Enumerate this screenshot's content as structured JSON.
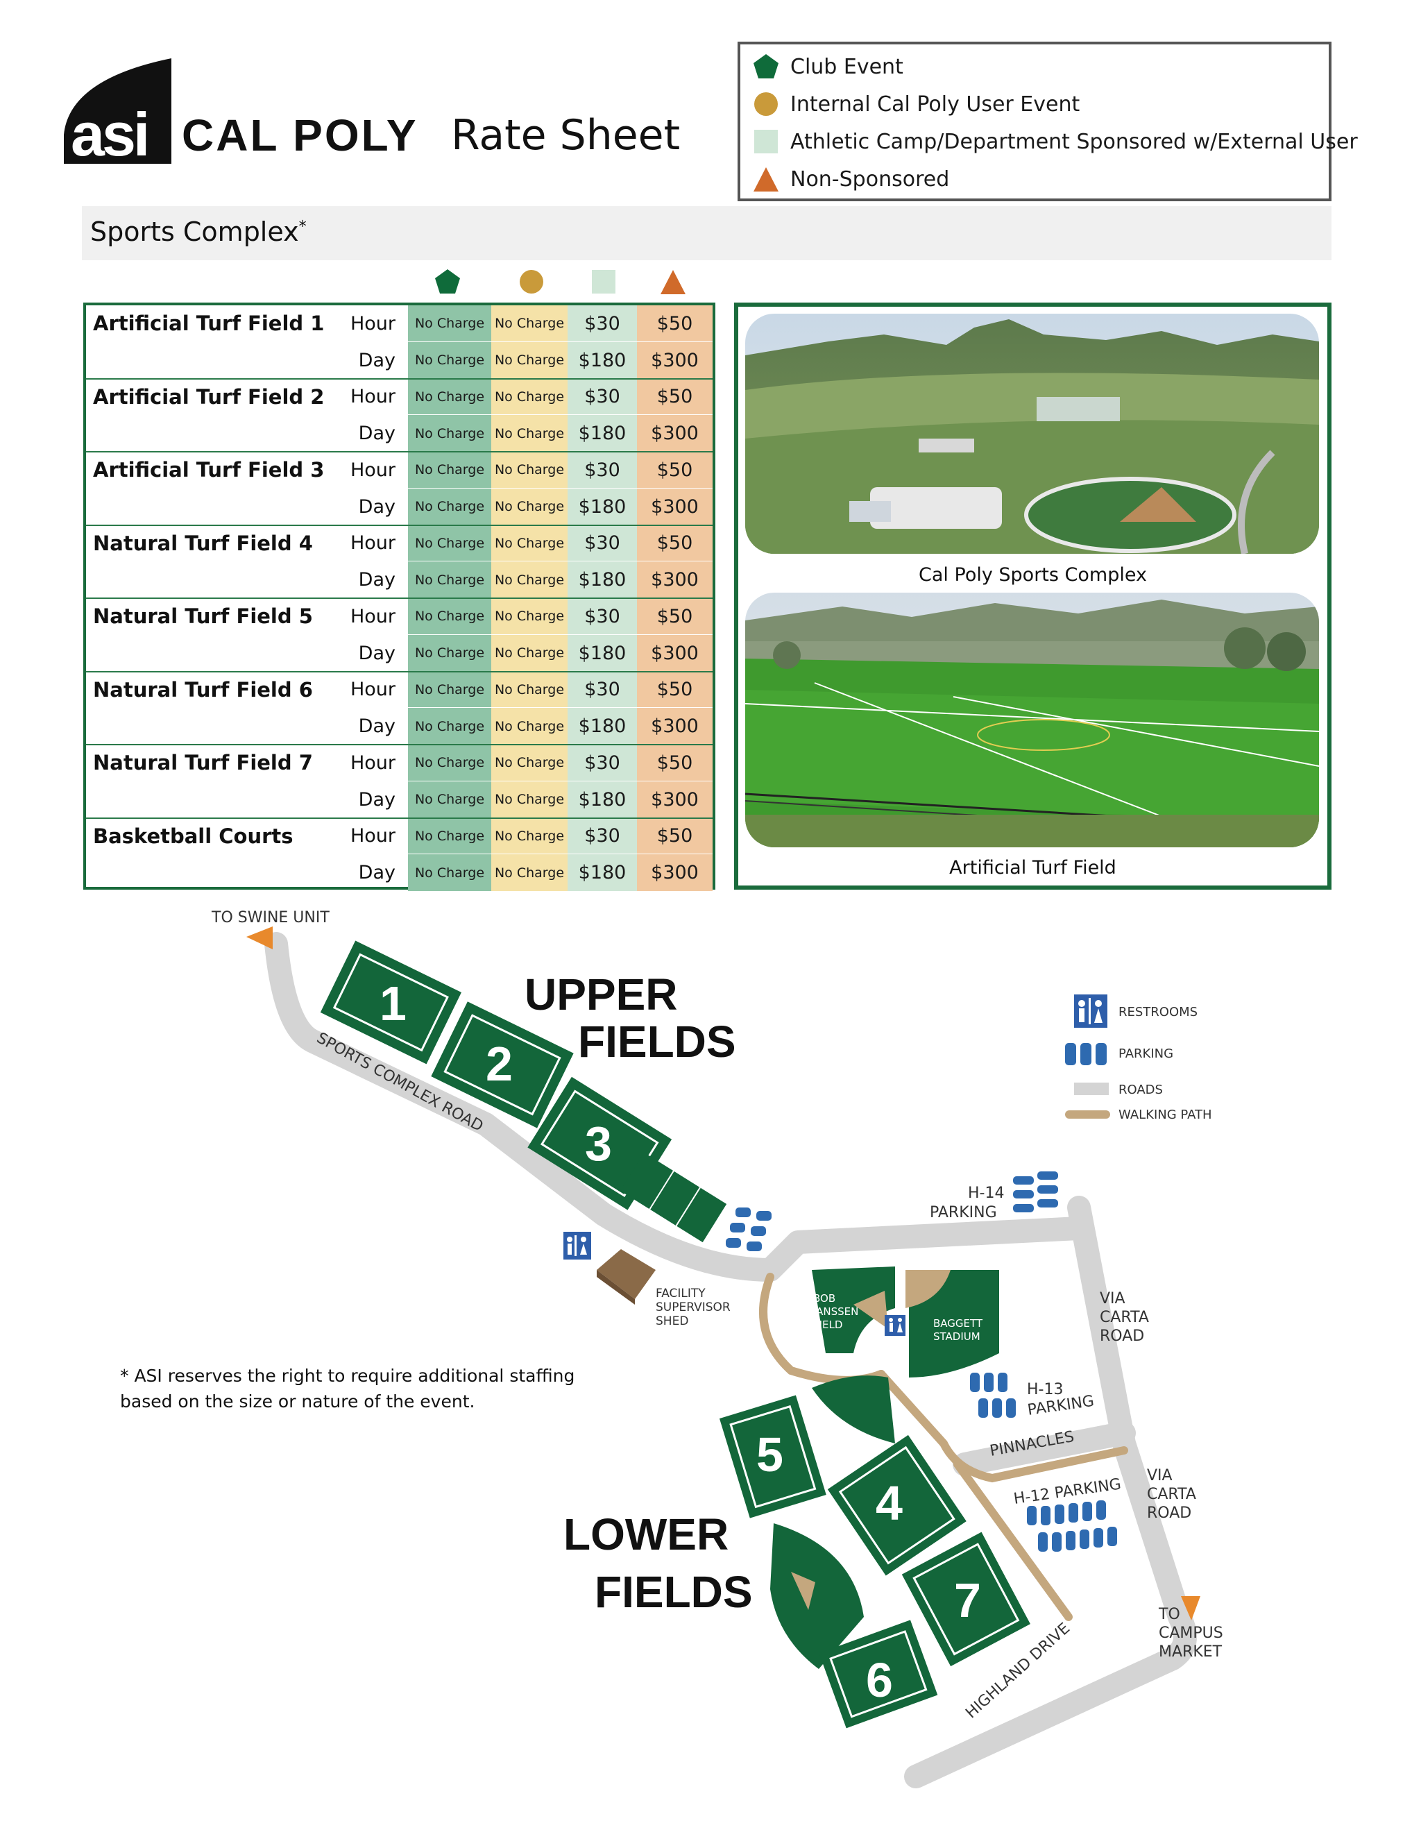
{
  "header": {
    "logo_mark": "asi",
    "logo_text": "CAL POLY",
    "title": "Rate Sheet"
  },
  "legend": [
    {
      "label": "Club Event",
      "icon": "pentagon-icon",
      "color": "#0f6b3a"
    },
    {
      "label": "Internal Cal Poly User Event",
      "icon": "circle-icon",
      "color": "#c99a3a"
    },
    {
      "label": "Athletic Camp/Department Sponsored w/External User",
      "icon": "square-icon",
      "color": "#cfe6d6"
    },
    {
      "label": "Non-Sponsored",
      "icon": "triangle-icon",
      "color": "#d06a2a"
    }
  ],
  "section": {
    "title": "Sports Complex",
    "asterisk": "*"
  },
  "table": {
    "rows": [
      {
        "name": "Artificial Turf Field 1",
        "rates": [
          {
            "unit": "Hour",
            "club": "No Charge",
            "internal": "No Charge",
            "camp": "$30",
            "non": "$50"
          },
          {
            "unit": "Day",
            "club": "No Charge",
            "internal": "No Charge",
            "camp": "$180",
            "non": "$300"
          }
        ]
      },
      {
        "name": "Artificial Turf Field 2",
        "rates": [
          {
            "unit": "Hour",
            "club": "No Charge",
            "internal": "No Charge",
            "camp": "$30",
            "non": "$50"
          },
          {
            "unit": "Day",
            "club": "No Charge",
            "internal": "No Charge",
            "camp": "$180",
            "non": "$300"
          }
        ]
      },
      {
        "name": "Artificial Turf Field 3",
        "rates": [
          {
            "unit": "Hour",
            "club": "No Charge",
            "internal": "No Charge",
            "camp": "$30",
            "non": "$50"
          },
          {
            "unit": "Day",
            "club": "No Charge",
            "internal": "No Charge",
            "camp": "$180",
            "non": "$300"
          }
        ]
      },
      {
        "name": "Natural Turf Field 4",
        "rates": [
          {
            "unit": "Hour",
            "club": "No Charge",
            "internal": "No Charge",
            "camp": "$30",
            "non": "$50"
          },
          {
            "unit": "Day",
            "club": "No Charge",
            "internal": "No Charge",
            "camp": "$180",
            "non": "$300"
          }
        ]
      },
      {
        "name": "Natural Turf Field 5",
        "rates": [
          {
            "unit": "Hour",
            "club": "No Charge",
            "internal": "No Charge",
            "camp": "$30",
            "non": "$50"
          },
          {
            "unit": "Day",
            "club": "No Charge",
            "internal": "No Charge",
            "camp": "$180",
            "non": "$300"
          }
        ]
      },
      {
        "name": "Natural Turf Field 6",
        "rates": [
          {
            "unit": "Hour",
            "club": "No Charge",
            "internal": "No Charge",
            "camp": "$30",
            "non": "$50"
          },
          {
            "unit": "Day",
            "club": "No Charge",
            "internal": "No Charge",
            "camp": "$180",
            "non": "$300"
          }
        ]
      },
      {
        "name": "Natural Turf Field 7",
        "rates": [
          {
            "unit": "Hour",
            "club": "No Charge",
            "internal": "No Charge",
            "camp": "$30",
            "non": "$50"
          },
          {
            "unit": "Day",
            "club": "No Charge",
            "internal": "No Charge",
            "camp": "$180",
            "non": "$300"
          }
        ]
      },
      {
        "name": "Basketball Courts",
        "rates": [
          {
            "unit": "Hour",
            "club": "No Charge",
            "internal": "No Charge",
            "camp": "$30",
            "non": "$50"
          },
          {
            "unit": "Day",
            "club": "No Charge",
            "internal": "No Charge",
            "camp": "$180",
            "non": "$300"
          }
        ]
      }
    ]
  },
  "photos": [
    {
      "caption": "Cal Poly Sports Complex"
    },
    {
      "caption": "Artificial Turf Field"
    }
  ],
  "map": {
    "to_swine": "TO SWINE UNIT",
    "sports_road": "SPORTS COMPLEX ROAD",
    "upper_1": "UPPER",
    "upper_2": "FIELDS",
    "lower_1": "LOWER",
    "lower_2": "FIELDS",
    "field_numbers": [
      "1",
      "2",
      "3",
      "4",
      "5",
      "6",
      "7"
    ],
    "shed_lines": [
      "FACILITY",
      "SUPERVISOR",
      "SHED"
    ],
    "h14_1": "H-14",
    "h14_2": "PARKING",
    "h13_1": "H-13",
    "h13_2": "PARKING",
    "h12": "H-12 PARKING",
    "pinnacles": "PINNACLES",
    "via1": [
      "VIA",
      "CARTA",
      "ROAD"
    ],
    "via2": [
      "VIA",
      "CARTA",
      "ROAD"
    ],
    "bob_lines": [
      "BOB",
      "JANSSEN",
      "FIELD"
    ],
    "baggett_lines": [
      "BAGGETT",
      "STADIUM"
    ],
    "highland": "HIGHLAND DRIVE",
    "campus_lines": [
      "TO",
      "CAMPUS",
      "MARKET"
    ],
    "key": {
      "restrooms": "RESTROOMS",
      "parking": "PARKING",
      "roads": "ROADS",
      "walking": "WALKING PATH"
    },
    "colors": {
      "field": "#13663a",
      "road": "#d4d4d4",
      "path": "#c4a77e",
      "parking": "#2e6ab0",
      "arrow": "#e8892c"
    }
  },
  "footnote": "* ASI reserves the right to require additional staffing based on the size or nature of the event."
}
